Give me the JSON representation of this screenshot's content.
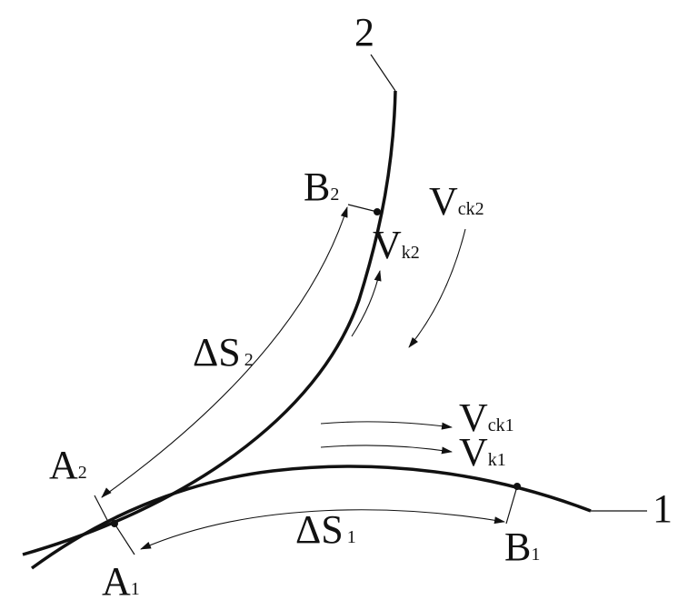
{
  "curve_labels": {
    "curve1": "1",
    "curve2": "2"
  },
  "points": {
    "A1": {
      "main": "A",
      "sub": "1"
    },
    "A2": {
      "main": "A",
      "sub": "2"
    },
    "B1": {
      "main": "B",
      "sub": "1"
    },
    "B2": {
      "main": "B",
      "sub": "2"
    }
  },
  "arc_lengths": {
    "dS1": {
      "main": "ΔS",
      "sub": "1"
    },
    "dS2": {
      "main": "ΔS",
      "sub": "2"
    }
  },
  "velocities": {
    "Vck1": {
      "main": "V",
      "sub": "ck1"
    },
    "Vk1": {
      "main": "V",
      "sub": "k1"
    },
    "Vck2": {
      "main": "V",
      "sub": "ck2"
    },
    "Vk2": {
      "main": "V",
      "sub": "k2"
    }
  },
  "colors": {
    "ink": "#111111"
  }
}
